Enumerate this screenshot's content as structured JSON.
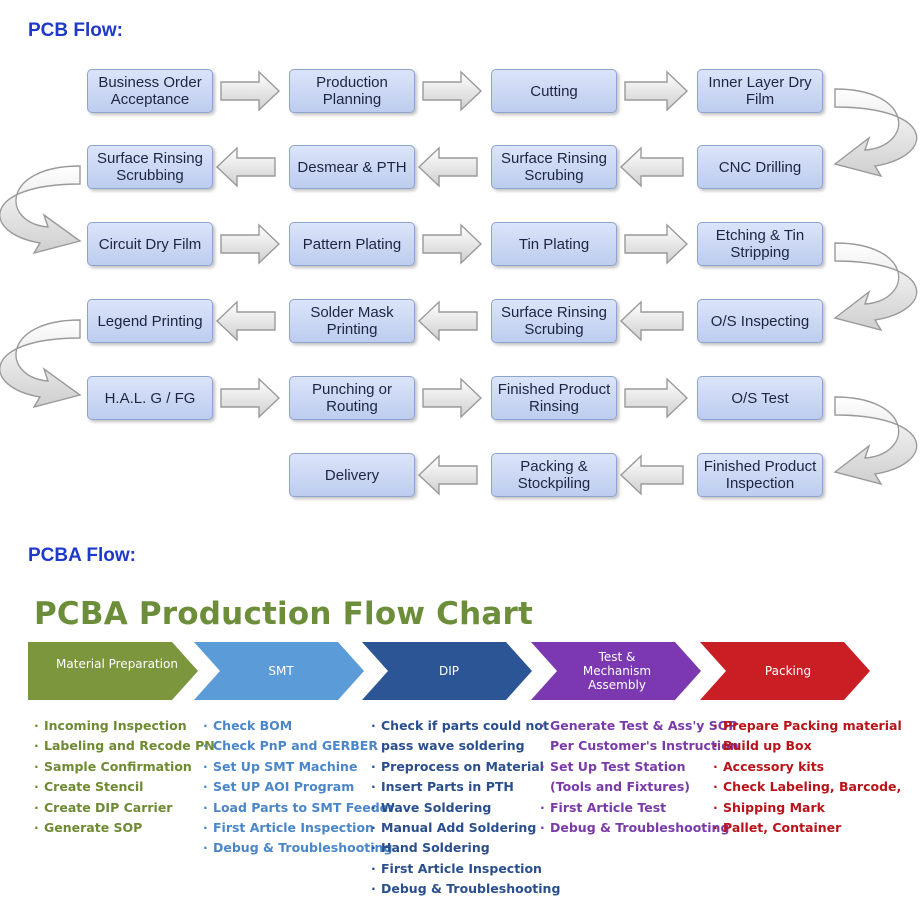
{
  "pcb": {
    "heading": "PCB Flow:",
    "steps": [
      "Business Order Acceptance",
      "Production Planning",
      "Cutting",
      "Inner Layer Dry Film",
      "CNC Drilling",
      "Surface Rinsing Scrubing",
      "Desmear & PTH",
      "Surface Rinsing Scrubbing",
      "Circuit Dry Film",
      "Pattern Plating",
      "Tin Plating",
      "Etching & Tin Stripping",
      "O/S Inspecting",
      "Surface Rinsing Scrubing",
      "Solder Mask Printing",
      "Legend Printing",
      "H.A.L. G / FG",
      "Punching or Routing",
      "Finished Product Rinsing",
      "O/S Test",
      "Finished Product Inspection",
      "Packing & Stockpiling",
      "Delivery"
    ]
  },
  "pcba": {
    "heading": "PCBA Flow:",
    "chart_title": "PCBA Production Flow Chart",
    "bullet": "·",
    "stages": [
      {
        "label": "Material Preparation",
        "color": "#7b963c",
        "text_color": "#6e8a32",
        "items": [
          "Incoming Inspection",
          "Labeling and Recode PN",
          "Sample Confirmation",
          "Create Stencil",
          "Create DIP Carrier",
          "Generate SOP"
        ]
      },
      {
        "label": "SMT",
        "color": "#5b9bd8",
        "text_color": "#4a86c8",
        "items": [
          "Check BOM",
          "Check PnP and GERBER",
          "Set Up SMT Machine",
          "Set UP AOI Program",
          "Load Parts to SMT Feeder",
          "First Article Inspection",
          "Debug & Troubleshooting"
        ]
      },
      {
        "label": "DIP",
        "color": "#2c5596",
        "text_color": "#2a4f8c",
        "items": [
          "Check if parts could not",
          "pass wave soldering",
          "Preprocess on Material",
          "Insert Parts in PTH",
          "Wave Soldering",
          "Manual Add Soldering",
          "Hand Soldering",
          "First Article Inspection",
          "Debug & Troubleshooting"
        ]
      },
      {
        "label": "Test & Mechanism Assembly",
        "color": "#7b38b0",
        "text_color": "#7a3aa8",
        "items": [
          "Generate Test & Ass'y SOP",
          "Per Customer's Instruction",
          "Set Up Test Station",
          "(Tools and Fixtures)",
          "First Article Test",
          "Debug & Troubleshooting"
        ]
      },
      {
        "label": "Packing",
        "color": "#c81e24",
        "text_color": "#b8141a",
        "items": [
          "Prepare Packing material",
          "Build up Box",
          "Accessory kits",
          "Check Labeling, Barcode,",
          "Shipping Mark",
          "Pallet, Container"
        ]
      }
    ]
  }
}
